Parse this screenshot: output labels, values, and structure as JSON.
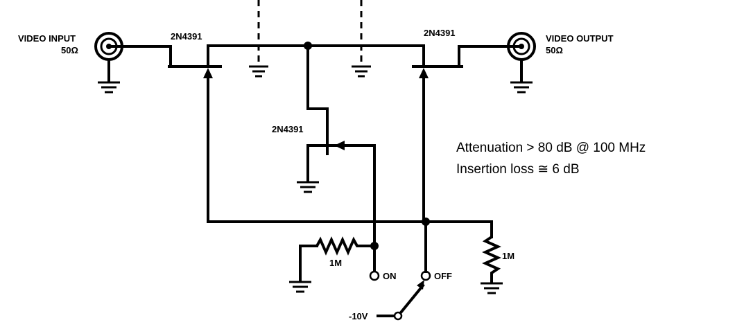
{
  "labels": {
    "video_input": "VIDEO INPUT",
    "video_input_impedance": "50Ω",
    "video_output": "VIDEO OUTPUT",
    "video_output_impedance": "50Ω",
    "q1_part": "2N4391",
    "q2_part": "2N4391",
    "q3_part": "2N4391",
    "r1_value": "1M",
    "r2_value": "1M",
    "switch_on": "ON",
    "switch_off": "OFF",
    "supply": "-10V"
  },
  "notes": {
    "attenuation": "Attenuation > 80 dB @ 100 MHz",
    "insertion_loss": "Insertion loss ≅ 6 dB"
  }
}
